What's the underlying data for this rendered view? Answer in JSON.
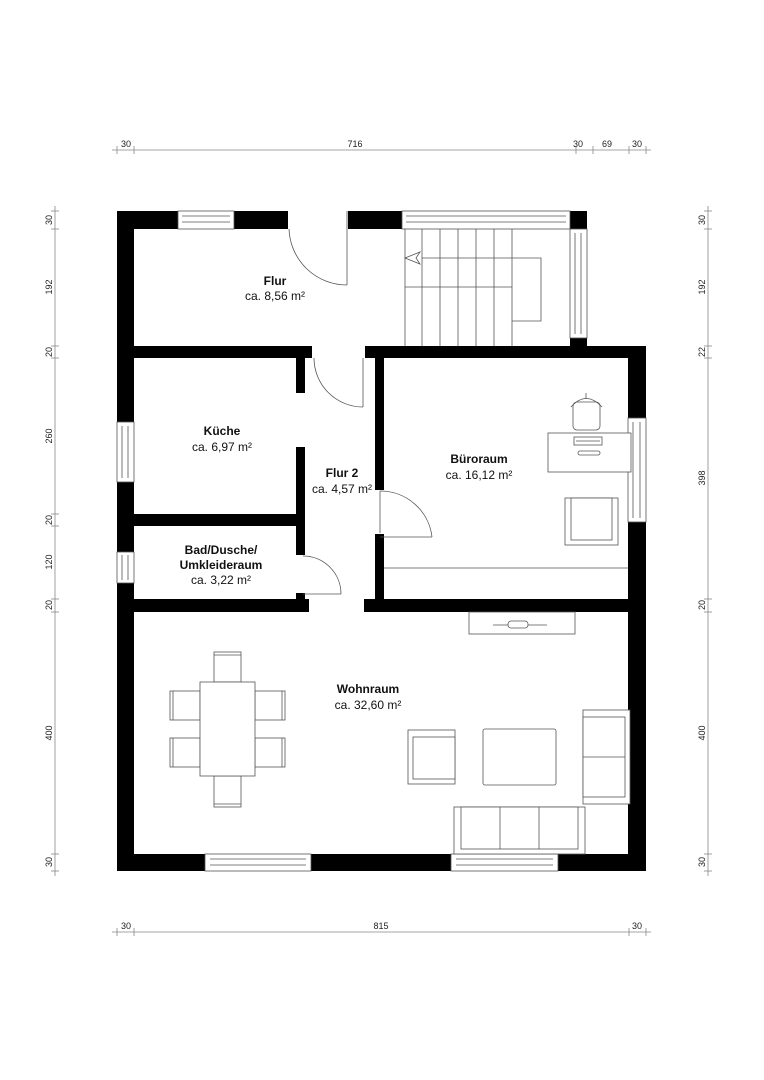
{
  "rooms": {
    "flur": {
      "name": "Flur",
      "area": "ca. 8,56 m²"
    },
    "kueche": {
      "name": "Küche",
      "area": "ca. 6,97 m²"
    },
    "flur2": {
      "name": "Flur 2",
      "area": "ca. 4,57 m²"
    },
    "bueroraum": {
      "name": "Büroraum",
      "area": "ca. 16,12 m²"
    },
    "bad": {
      "name_line1": "Bad/Dusche/",
      "name_line2": "Umkleideraum",
      "area": "ca. 3,22 m²"
    },
    "wohnraum": {
      "name": "Wohnraum",
      "area": "ca. 32,60 m²"
    }
  },
  "dimensions": {
    "top": [
      "30",
      "716",
      "30",
      "69",
      "30"
    ],
    "left": [
      "30",
      "192",
      "20",
      "260",
      "20",
      "120",
      "20",
      "400",
      "30"
    ],
    "right": [
      "30",
      "192",
      "22",
      "398",
      "20",
      "400",
      "30"
    ],
    "bottom": [
      "30",
      "815",
      "30"
    ]
  },
  "colors": {
    "wall": "#000000",
    "line": "#555555"
  }
}
